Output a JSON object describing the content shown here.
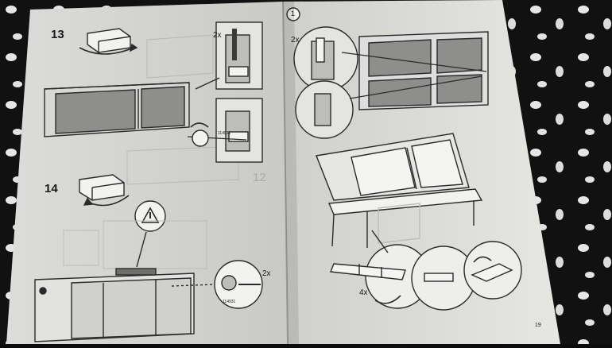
{
  "page_left": {
    "step_13": {
      "number": "13",
      "count": "2x",
      "part_code": "114931"
    },
    "step_14": {
      "number": "14",
      "count": "2x",
      "part_code": "114931"
    },
    "faint_number": "12"
  },
  "page_right": {
    "circle_number": "1",
    "count_top": "2x",
    "count_bottom": "4x",
    "page_number": "19"
  },
  "colors": {
    "paper": "#e8e8e6",
    "paper_shade": "#cfcfcc",
    "ink": "#2a2a2a",
    "panel_fill": "#9a9a98",
    "fabric": "#141414"
  }
}
